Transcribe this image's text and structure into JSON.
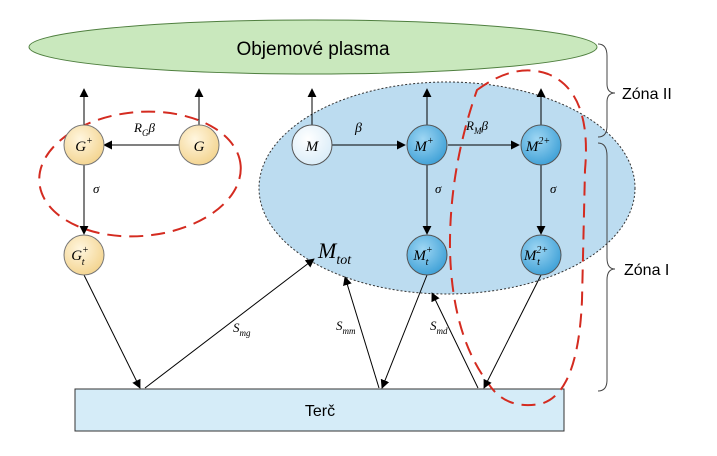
{
  "regions": {
    "bulk_plasma": "Objemové plasma",
    "target": "Terč",
    "zone_2": "Zóna II",
    "zone_1": "Zóna I"
  },
  "nodes": {
    "G_plus": {
      "base": "G",
      "sup": "+",
      "sub": ""
    },
    "G": {
      "base": "G",
      "sup": "",
      "sub": ""
    },
    "G_t_plus": {
      "base": "G",
      "sup": "+",
      "sub": "t"
    },
    "M": {
      "base": "M",
      "sup": "",
      "sub": ""
    },
    "M_plus": {
      "base": "M",
      "sup": "+",
      "sub": ""
    },
    "M_2plus": {
      "base": "M",
      "sup": "2+",
      "sub": ""
    },
    "M_t_plus": {
      "base": "M",
      "sup": "+",
      "sub": "t"
    },
    "M_t_2plus": {
      "base": "M",
      "sup": "2+",
      "sub": "t"
    },
    "M_tot": {
      "base": "M",
      "sub": "tot"
    }
  },
  "edge_labels": {
    "rg_beta": {
      "base": "R",
      "sub": "G",
      "tail": "β"
    },
    "beta": "β",
    "rm_beta": {
      "base": "R",
      "sub": "M",
      "tail": "β"
    },
    "sigma": "σ",
    "s_mg": {
      "base": "S",
      "sub": "mg"
    },
    "s_mm": {
      "base": "S",
      "sub": "mm"
    },
    "s_md": {
      "base": "S",
      "sub": "md"
    }
  },
  "colors": {
    "plasma_fill": "#c9e8bd",
    "zone_fill": "#bcdcf0",
    "target_fill": "#d5ecf8",
    "g_node": "#f7dda0",
    "m_node": "#5ab4e2",
    "dashed_red": "#d42b20"
  }
}
